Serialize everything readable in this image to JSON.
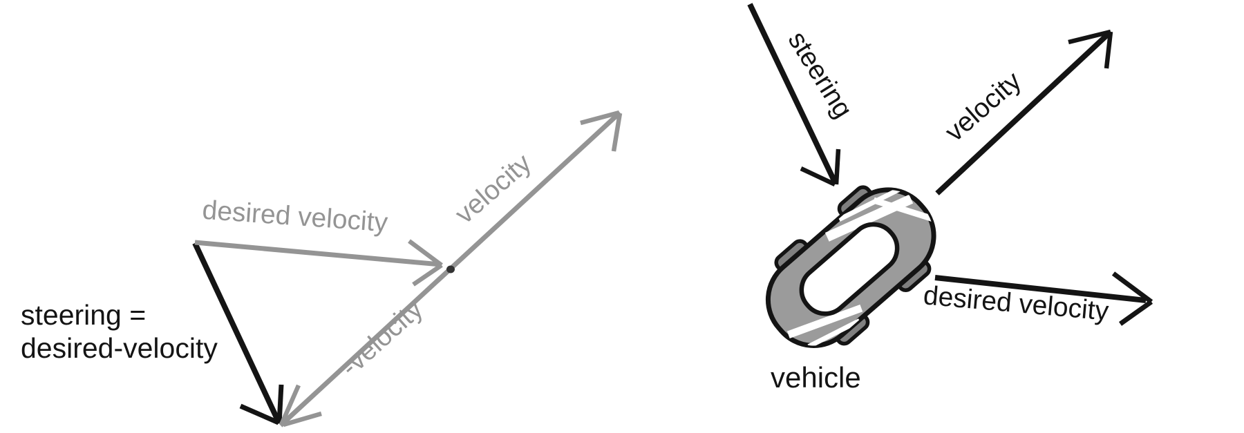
{
  "colors": {
    "background": "#ffffff",
    "ink": "#141414",
    "muted": "#949494",
    "dot": "#333333",
    "car_body": "#9b9b9b",
    "car_wheel": "#808080",
    "car_window": "#ffffff"
  },
  "left_diagram": {
    "desired_velocity_label": "desired velocity",
    "velocity_label": "velocity",
    "neg_velocity_label": "-velocity",
    "formula_line1": "steering =",
    "formula_line2": "desired-velocity"
  },
  "right_diagram": {
    "steering_label": "steering",
    "velocity_label": "velocity",
    "desired_velocity_label": "desired velocity",
    "vehicle_label": "vehicle"
  }
}
